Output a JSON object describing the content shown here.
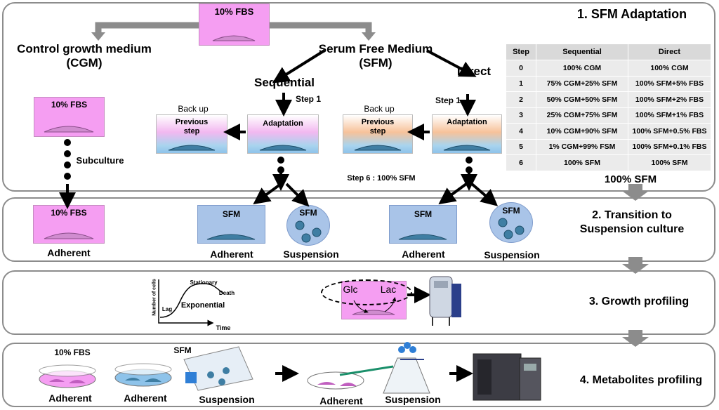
{
  "top": {
    "fbs_label": "10% FBS",
    "cgm_title_line1": "Control growth medium",
    "cgm_title_line2": "(CGM)",
    "sfm_title_line1": "Serum Free Medium",
    "sfm_title_line2": "(SFM)",
    "sequential": "Sequential",
    "direct": "Direct",
    "step1": "Step 1",
    "backup": "Back up",
    "previous_step": "Previous\nstep",
    "adaptation": "Adaptation",
    "subculture": "Subculture",
    "step6": "Step 6 : 100% SFM",
    "sfm100": "100% SFM"
  },
  "section1": {
    "title": "1. SFM  Adaptation",
    "headers": [
      "Step",
      "Sequential",
      "Direct"
    ],
    "rows": [
      [
        "0",
        "100% CGM",
        "100% CGM"
      ],
      [
        "1",
        "75% CGM+25% SFM",
        "100% SFM+5% FBS"
      ],
      [
        "2",
        "50% CGM+50% SFM",
        "100% SFM+2% FBS"
      ],
      [
        "3",
        "25% CGM+75% SFM",
        "100% SFM+1% FBS"
      ],
      [
        "4",
        "10% CGM+90% SFM",
        "100% SFM+0.5% FBS"
      ],
      [
        "5",
        "1% CGM+99% FSM",
        "100% SFM+0.1% FBS"
      ],
      [
        "6",
        "100% SFM",
        "100% SFM"
      ]
    ]
  },
  "section2": {
    "title_line1": "2. Transition to",
    "title_line2": "Suspension culture",
    "fbs": "10% FBS",
    "sfm": "SFM",
    "adherent": "Adherent",
    "suspension": "Suspension"
  },
  "section3": {
    "title": "3. Growth profiling",
    "ylabel": "Number of cells",
    "xlabel": "Time",
    "lag": "Lag",
    "exponential": "Exponential",
    "stationary": "Stationary",
    "death": "Death",
    "glc": "Glc",
    "lac": "Lac"
  },
  "section4": {
    "title": "4. Metabolites profiling",
    "fbs": "10% FBS",
    "sfm": "SFM",
    "adherent": "Adherent",
    "suspension": "Suspension"
  },
  "colors": {
    "pink": "#f59ef2",
    "blue": "#a9c4e8",
    "orange": "#f7c29a",
    "panel_border": "#8c8c8c"
  }
}
